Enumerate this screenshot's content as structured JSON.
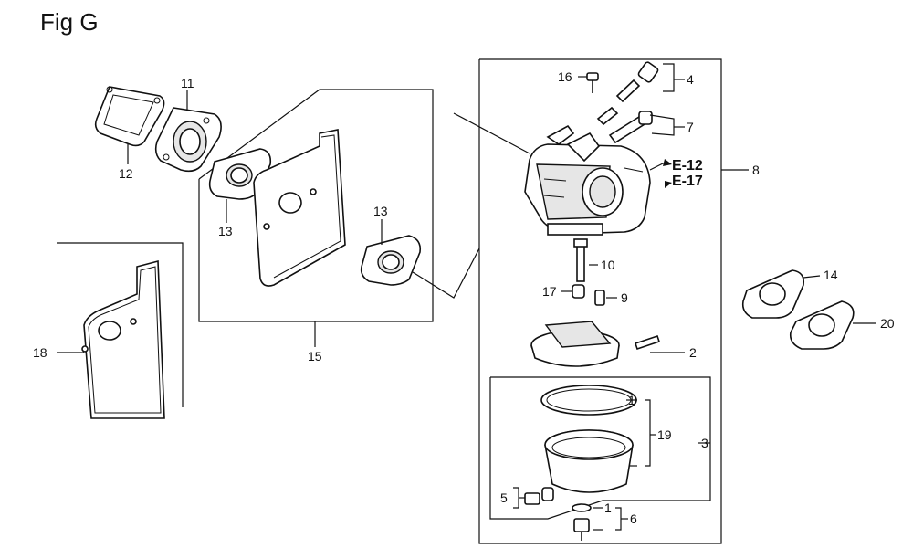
{
  "title": "Fig G",
  "callouts": {
    "c1a": "1",
    "c1b": "1",
    "c2": "2",
    "c3": "3",
    "c4": "4",
    "c5": "5",
    "c6": "6",
    "c7": "7",
    "c8": "8",
    "c9": "9",
    "c10": "10",
    "c11": "11",
    "c12": "12",
    "c13a": "13",
    "c13b": "13",
    "c14": "14",
    "c15": "15",
    "c16": "16",
    "c17": "17",
    "c18": "18",
    "c19": "19",
    "c20": "20"
  },
  "refs": {
    "e12": "E-12",
    "e17": "E-17"
  }
}
